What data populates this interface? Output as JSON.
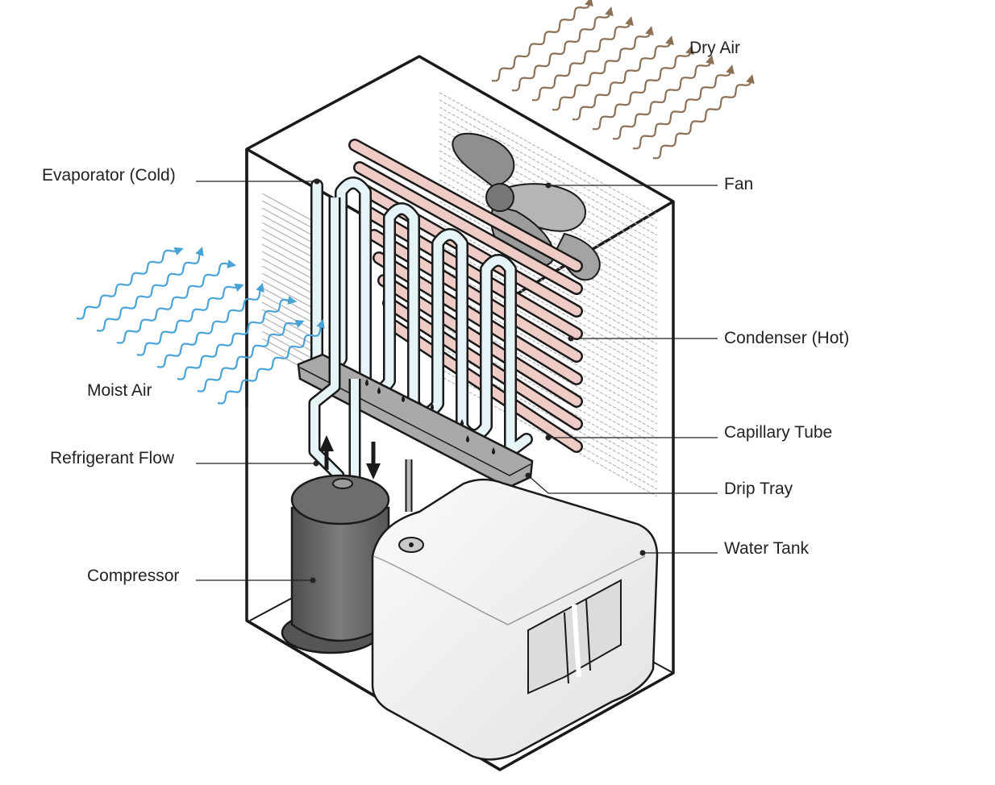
{
  "labels": {
    "dry_air": "Dry Air",
    "evaporator": "Evaporator (Cold)",
    "fan": "Fan",
    "moist_air": "Moist Air",
    "condenser": "Condenser (Hot)",
    "capillary_tube": "Capillary Tube",
    "refrigerant_flow": "Refrigerant Flow",
    "drip_tray": "Drip Tray",
    "water_tank": "Water Tank",
    "compressor": "Compressor"
  },
  "colors": {
    "cold_tube": "#e6f3f7",
    "hot_tube": "#eecbc5",
    "moist_air": "#4aa3d6",
    "dry_air": "#8c7157",
    "outline": "#1a1a1a",
    "compressor": "#6a6a6a",
    "tank": "#f1f1f1"
  },
  "icons": {
    "flow_up": "arrow-up-icon",
    "flow_down": "arrow-down-icon"
  }
}
